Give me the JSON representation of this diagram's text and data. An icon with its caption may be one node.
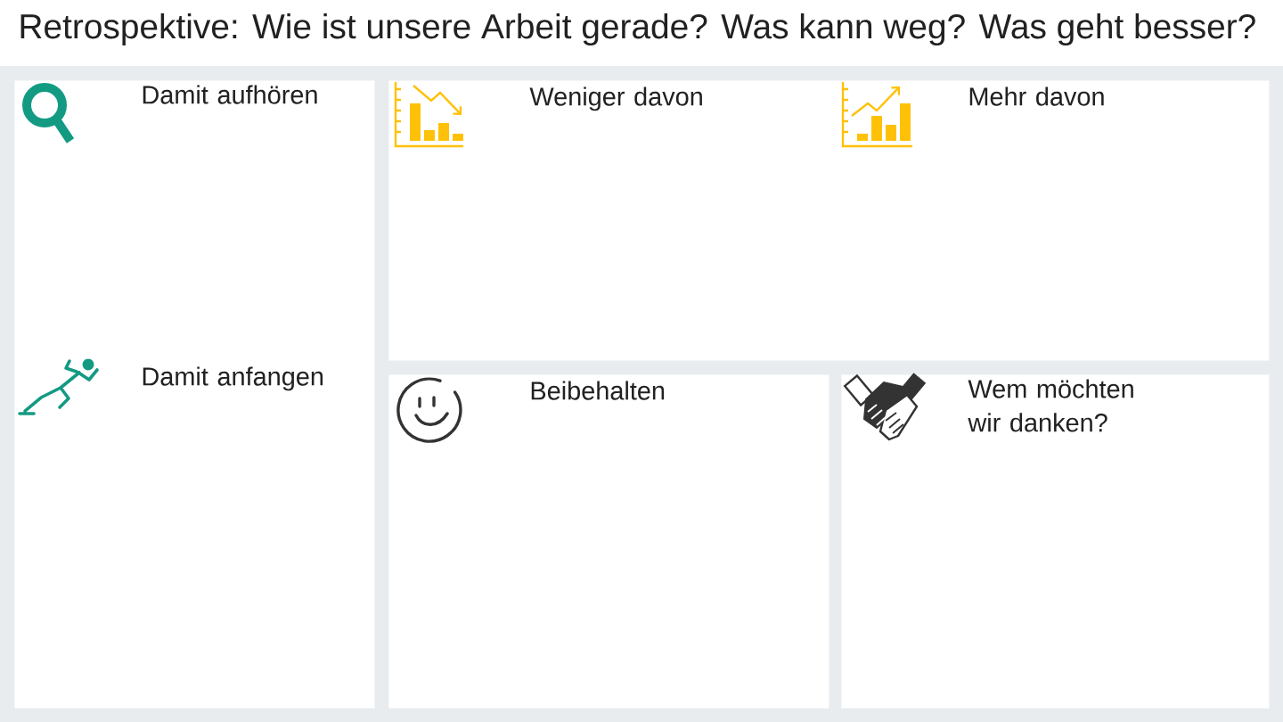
{
  "diagram": {
    "title": "Retrospektive: Wie ist unsere Arbeit gerade? Was kann weg? Was geht besser?",
    "nodes": [
      {
        "text": [
          "Damit aufhören",
          "Damit anfangen"
        ]
      },
      {
        "text": [
          "Weniger davon",
          "Mehr davon"
        ]
      },
      {
        "text": [
          "Beibehalten"
        ]
      },
      {
        "text": [
          "Wem möchten wir danken?"
        ]
      }
    ]
  }
}
